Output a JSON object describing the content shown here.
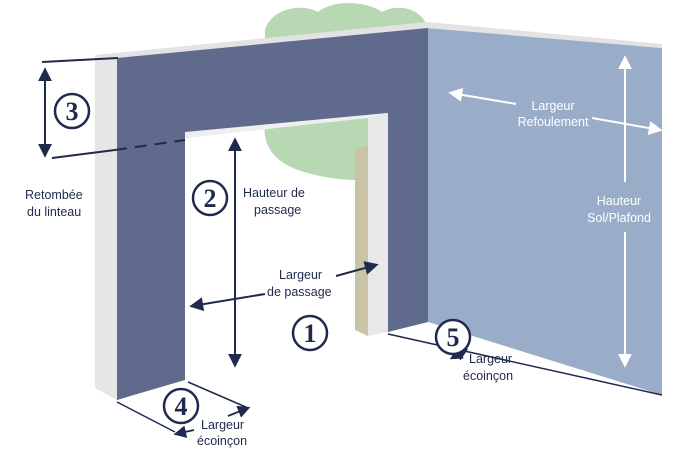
{
  "colors": {
    "wall_front": "#5f6a8d",
    "wall_side": "#99adc8",
    "wall_edge": "#e6e6e6",
    "tree": "#b8d8b4",
    "arrow": "#1f2a4d",
    "door_frame": "#c9c3a7"
  },
  "labels": {
    "retombee_line1": "Retombée",
    "retombee_line2": "du linteau",
    "hauteur_passage_line1": "Hauteur de",
    "hauteur_passage_line2": "passage",
    "largeur_passage_line1": "Largeur",
    "largeur_passage_line2": "de passage",
    "largeur_refoulement_line1": "Largeur",
    "largeur_refoulement_line2": "Refoulement",
    "hauteur_sol_plafond_line1": "Hauteur",
    "hauteur_sol_plafond_line2": "Sol/Plafond",
    "largeur_ecoincon_right_line1": "Largeur",
    "largeur_ecoincon_right_line2": "écoinçon",
    "largeur_ecoincon_left_line1": "Largeur",
    "largeur_ecoincon_left_line2": "écoinçon"
  },
  "markers": [
    "1",
    "2",
    "3",
    "4",
    "5"
  ]
}
